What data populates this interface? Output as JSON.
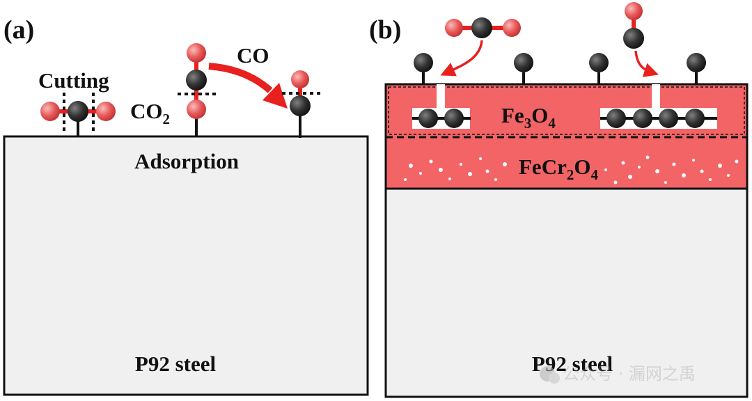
{
  "panel_a": {
    "label": "(a)",
    "cutting_label": "Cutting",
    "co2_label": {
      "main": "CO",
      "sub": "2"
    },
    "co_label": "CO",
    "adsorption_label": "Adsorption",
    "substrate_label": "P92 steel"
  },
  "panel_b": {
    "label": "(b)",
    "fe3o4_label": {
      "p1": "Fe",
      "s1": "3",
      "p2": "O",
      "s2": "4"
    },
    "fecr2o4_label": {
      "p1": "FeCr",
      "s1": "2",
      "p2": "O",
      "s2": "4"
    },
    "substrate_label": "P92 steel"
  },
  "colors": {
    "oxide_layer": "#f26466",
    "steel": "#f0f0f0",
    "arrow": "#e8201e",
    "oxygen_atom": "#e85a5a",
    "carbon_atom": "#333333"
  },
  "watermark": {
    "text": "公众号 · 漏网之禹"
  }
}
